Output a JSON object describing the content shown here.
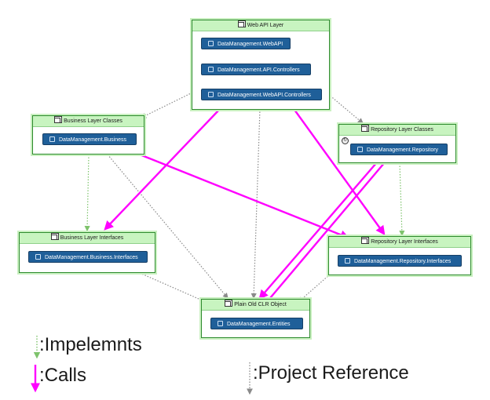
{
  "colors": {
    "implements": "#7ec36c",
    "calls": "#ff00ff",
    "reference": "#8a8a8a",
    "layer_header": "#c8f4c0",
    "project_box": "#1f5f99"
  },
  "layers": {
    "web_api": {
      "title": "Web API Layer",
      "projects": [
        "DataManagement.WebAPI",
        "DataManagement.API.Controllers",
        "DataManagement.WebAPI.Controllers"
      ]
    },
    "business_classes": {
      "title": "Business Layer Classes",
      "projects": [
        "DataManagement.Business"
      ]
    },
    "repository_classes": {
      "title": "Repository Layer Classes",
      "projects": [
        "DataManagement.Repository"
      ]
    },
    "business_interfaces": {
      "title": "Business Layer Interfaces",
      "projects": [
        "DataManagement.Business.Interfaces"
      ]
    },
    "repository_interfaces": {
      "title": "Repository Layer Interfaces",
      "projects": [
        "DataManagement.Repository.Interfaces"
      ]
    },
    "poco": {
      "title": "Plain Old CLR Object",
      "projects": [
        "DataManagement.Entities"
      ]
    }
  },
  "legend": {
    "implements": ":Impelemnts",
    "calls": ":Calls",
    "reference": ":Project Reference"
  },
  "icons": {
    "layer": "layer-icon",
    "project": "project-icon",
    "cycle": "cycle-icon"
  }
}
